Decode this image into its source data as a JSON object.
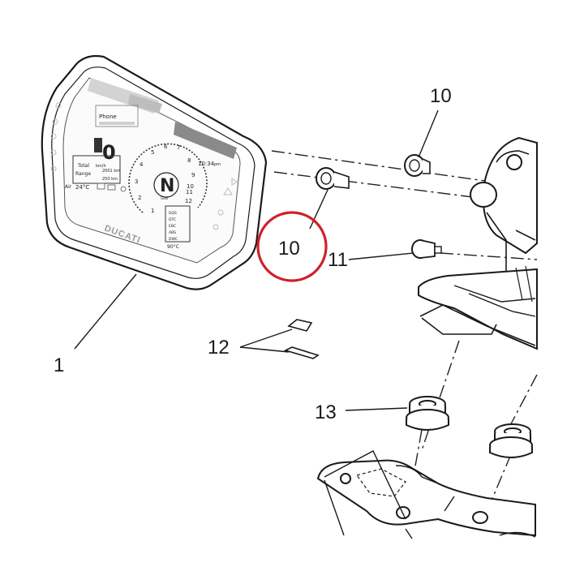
{
  "diagram": {
    "callouts": {
      "dashboard": "1",
      "screw_top": "10",
      "screw_highlighted": "10",
      "pin": "11",
      "pads": "12",
      "grommet": "13"
    },
    "highlight_color": "#d0202a",
    "dashboard_screen": {
      "brand": "DUCATI",
      "gear": "N",
      "gear_sub": "Gear",
      "clock": "10:34",
      "clock_suffix": "pm",
      "speed": "0",
      "speed_unit": "km/h",
      "phone_label": "Phone",
      "total_label": "Total",
      "range_label": "Range",
      "total_value": "2001 km",
      "range_value": "250 km",
      "air_label": "Air",
      "air_temp": "24°C",
      "eng_temp": "90°C",
      "tach": [
        "1",
        "2",
        "3",
        "4",
        "5",
        "6",
        "7",
        "8",
        "9",
        "10",
        "11",
        "12"
      ],
      "mode_rows": [
        "DQS",
        "DTC",
        "EBC",
        "ABS",
        "DWC"
      ]
    }
  }
}
